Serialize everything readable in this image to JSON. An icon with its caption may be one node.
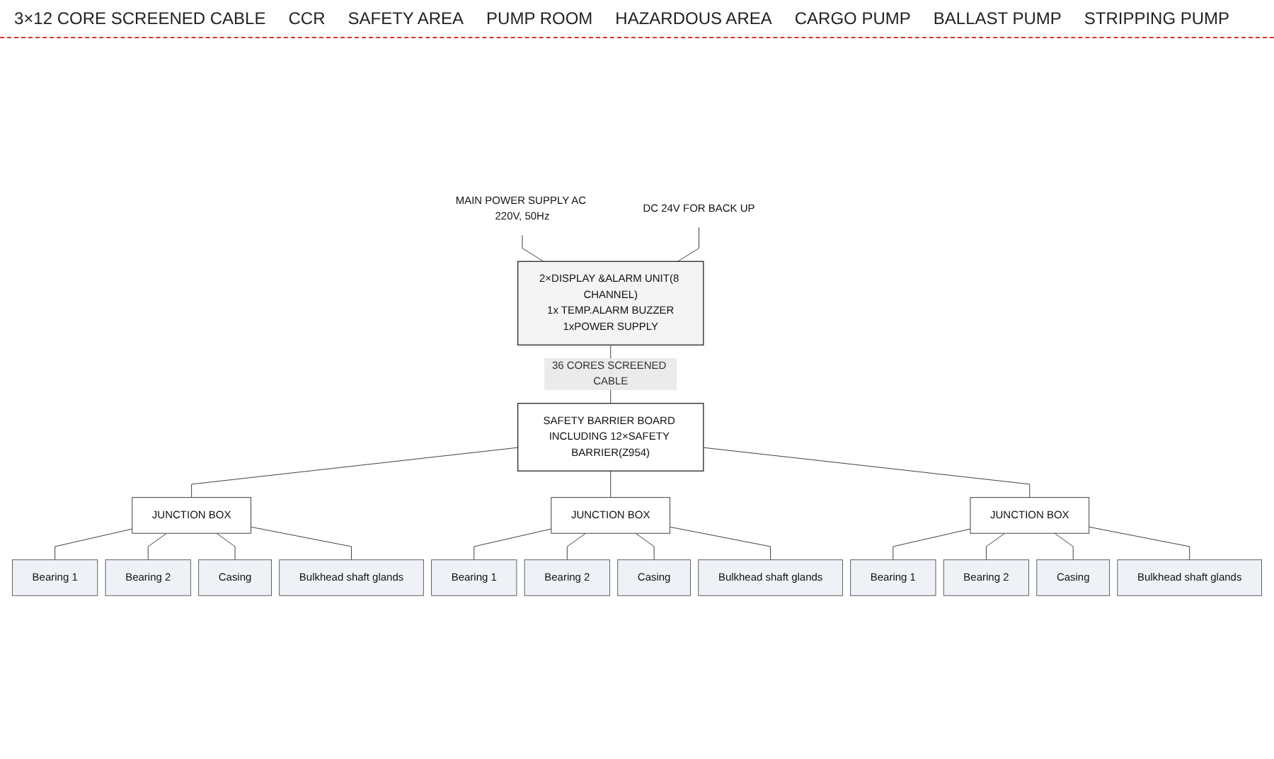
{
  "diagram": {
    "nodes": [
      {
        "text": [
          "2×DISPLAY &ALARM UNIT(8 CHANNEL)",
          "1x TEMP.ALARM BUZZER",
          "1xPOWER SUPPLY"
        ]
      },
      {
        "text": [
          "SAFETY BARRIER BOARD INCLUDING 12×SAFETY BARRIER(Z954)"
        ]
      },
      {
        "text": [
          "MAIN POWER SUPPLY AC 220V, 50Hz"
        ]
      },
      {
        "text": [
          "DC 24V FOR BACK UP"
        ]
      },
      {
        "text": [
          "JUNCTION BOX"
        ]
      },
      {
        "text": [
          "JUNCTION BOX"
        ]
      },
      {
        "text": [
          "JUNCTION BOX"
        ]
      },
      {
        "text": [
          "Bearing 1"
        ]
      },
      {
        "text": [
          "Bearing 2"
        ]
      },
      {
        "text": [
          "Casing"
        ]
      },
      {
        "text": [
          "Bulkhead shaft glands"
        ]
      },
      {
        "text": [
          "Bearing 1"
        ]
      },
      {
        "text": [
          "Bearing 2"
        ]
      },
      {
        "text": [
          "Casing"
        ]
      },
      {
        "text": [
          "Bulkhead shaft glands"
        ]
      },
      {
        "text": [
          "Bearing 1"
        ]
      },
      {
        "text": [
          "Bearing 2"
        ]
      },
      {
        "text": [
          "Casing"
        ]
      },
      {
        "text": [
          "Bulkhead shaft glands"
        ]
      }
    ],
    "edges": [
      {
        "from": 0,
        "to": 2,
        "arrow": "none"
      },
      {
        "from": 0,
        "to": 3,
        "arrow": "none"
      },
      {
        "from": 0,
        "to": 1,
        "arrow": "none",
        "label": "36 CORES SCREENED CABLE"
      },
      {
        "from": 1,
        "to": 4,
        "arrow": "none"
      },
      {
        "from": 1,
        "to": 5,
        "arrow": "none"
      },
      {
        "from": 1,
        "to": 6,
        "arrow": "none"
      },
      {
        "from": 4,
        "to": 7,
        "arrow": "none"
      },
      {
        "from": 4,
        "to": 8,
        "arrow": "none"
      },
      {
        "from": 4,
        "to": 9,
        "arrow": "none"
      },
      {
        "from": 4,
        "to": 10,
        "arrow": "none"
      },
      {
        "from": 5,
        "to": 11,
        "arrow": "none"
      },
      {
        "from": 5,
        "to": 12,
        "arrow": "none"
      },
      {
        "from": 5,
        "to": 13,
        "arrow": "none"
      },
      {
        "from": 5,
        "to": 14,
        "arrow": "none"
      },
      {
        "from": 6,
        "to": 15,
        "arrow": "none"
      },
      {
        "from": 6,
        "to": 16,
        "arrow": "none"
      },
      {
        "from": 6,
        "to": 17,
        "arrow": "none"
      },
      {
        "from": 6,
        "to": 18,
        "arrow": "none"
      }
    ],
    "labels": [
      "3×12 CORE SCREENED CABLE",
      "CCR",
      "SAFETY AREA",
      "PUMP ROOM",
      "HAZARDOUS AREA",
      "CARGO PUMP",
      "BALLAST PUMP",
      "STRIPPING PUMP"
    ]
  }
}
